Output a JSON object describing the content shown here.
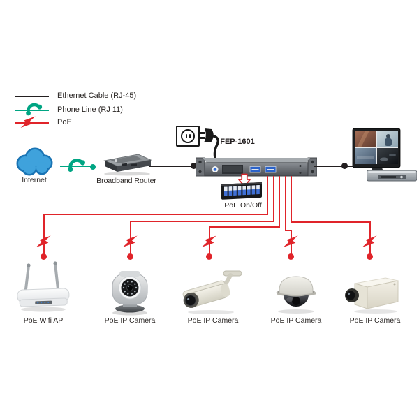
{
  "legend": {
    "items": [
      {
        "id": "ethernet",
        "label": "Ethernet Cable (RJ-45)",
        "color": "#231f20",
        "icon": "straight-line"
      },
      {
        "id": "phone",
        "label": "Phone Line (RJ 11)",
        "color": "#00a583",
        "icon": "phone-handset"
      },
      {
        "id": "poe",
        "label": "PoE",
        "color": "#e0242a",
        "icon": "lightning-bolt"
      }
    ]
  },
  "nodes": {
    "internet": {
      "label": "Internet",
      "icon": "cloud"
    },
    "router": {
      "label": "Broadband Router",
      "icon": "router-box"
    },
    "switch": {
      "label": "FEP-1601",
      "icon": "rackmount-poe-switch"
    },
    "dip": {
      "label": "PoE On/Off",
      "icon": "dip-switch-block"
    },
    "power": {
      "icon": "wall-outlet-and-plug"
    },
    "monitor": {
      "icon": "quad-view-surveillance-monitor-with-dvr"
    }
  },
  "devices": [
    {
      "label": "PoE Wifi AP",
      "type": "wifi-access-point"
    },
    {
      "label": "PoE IP Camera",
      "type": "pan-tilt-camera"
    },
    {
      "label": "PoE IP Camera",
      "type": "bullet-camera"
    },
    {
      "label": "PoE IP Camera",
      "type": "dome-camera"
    },
    {
      "label": "PoE IP Camera",
      "type": "box-camera"
    }
  ],
  "colors": {
    "ethernet": "#231f20",
    "phone_line": "#00a583",
    "poe": "#e0242a",
    "cloud_fill": "#3fa2dc",
    "cloud_outline": "#1a74b4",
    "port_blue": "#2b62c9"
  }
}
